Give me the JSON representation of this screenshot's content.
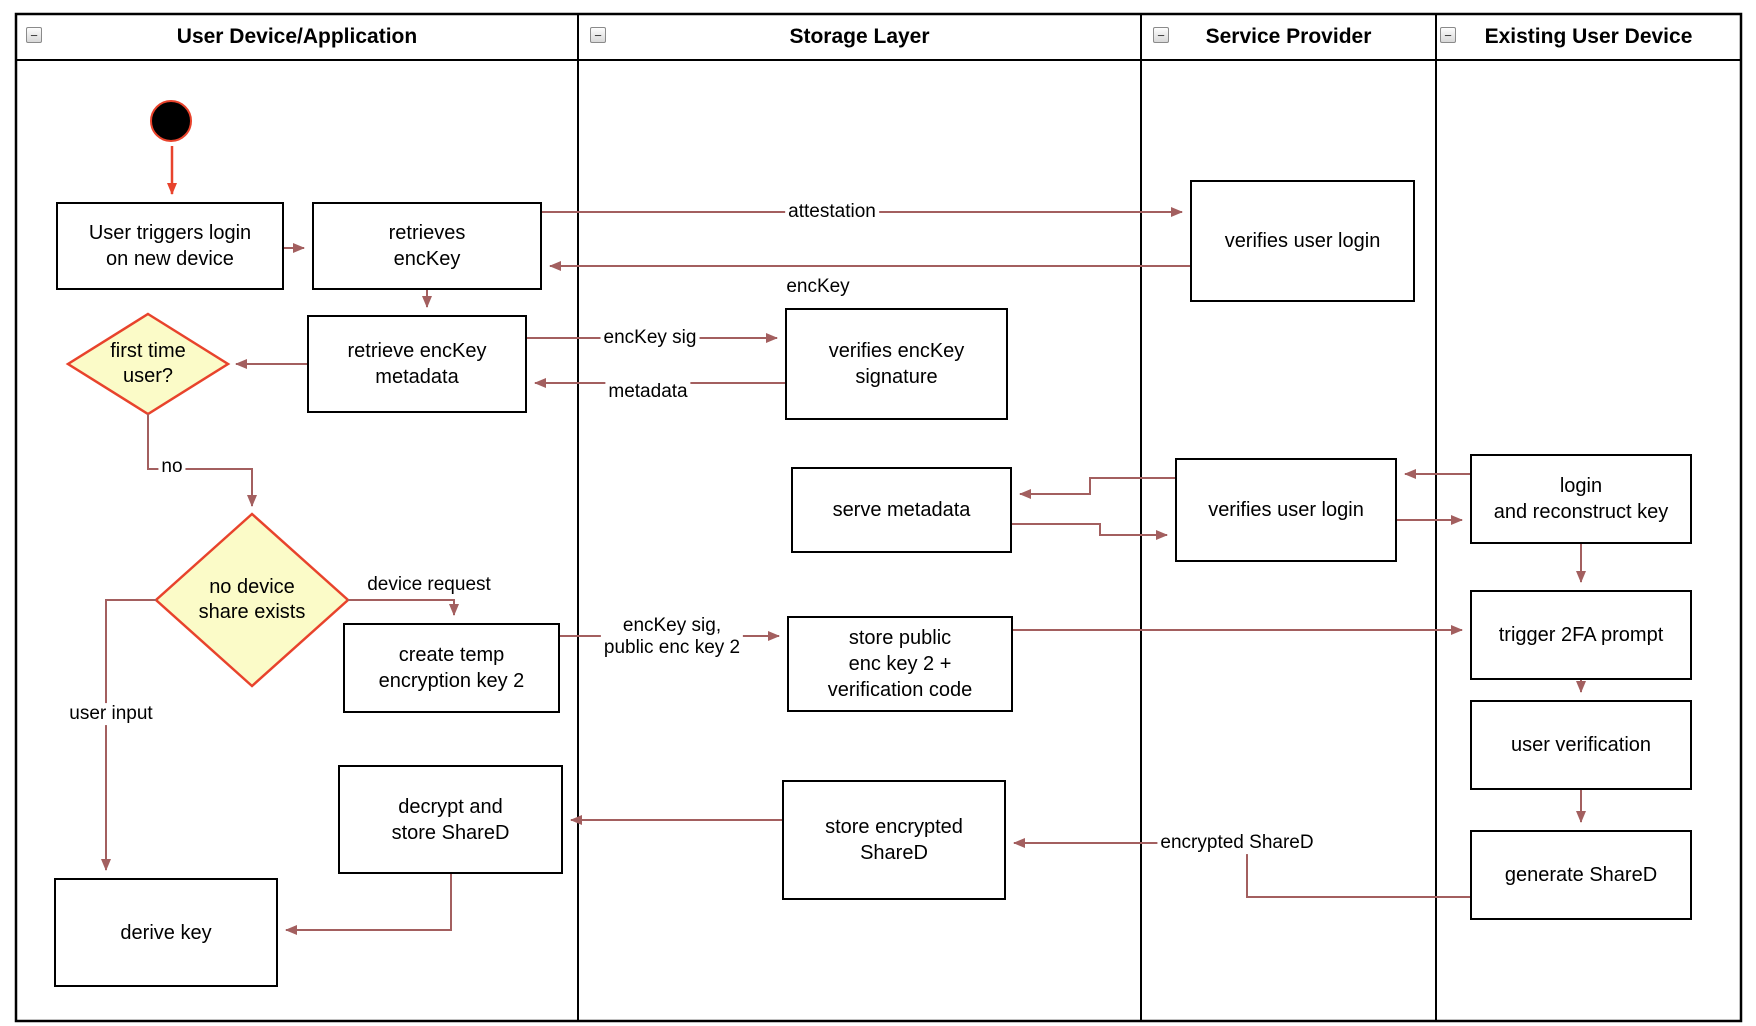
{
  "diagram": {
    "lanes": [
      {
        "label": "User Device/Application"
      },
      {
        "label": "Storage Layer"
      },
      {
        "label": "Service Provider"
      },
      {
        "label": "Existing User Device"
      }
    ],
    "icons": {
      "collapse": "−"
    },
    "nodes": {
      "user_triggers_login": "User triggers login\non new device",
      "retrieves_enckey": "retrieves\nencKey",
      "retrieve_enckey_metadata": "retrieve encKey\nmetadata",
      "first_time_user": "first time\nuser?",
      "no_device_share": "no device\nshare exists",
      "create_temp_key": "create temp\nencryption key 2",
      "decrypt_store_shared": "decrypt and\nstore ShareD",
      "derive_key": "derive key",
      "verifies_enckey_signature": "verifies encKey\nsignature",
      "serve_metadata": "serve metadata",
      "store_public_key": "store public\nenc key 2 +\nverification code",
      "store_encrypted_shared": "store encrypted\nShareD",
      "verifies_user_login_top": "verifies user login",
      "verifies_user_login_mid": "verifies user login",
      "login_reconstruct": "login\nand reconstruct key",
      "trigger_2fa": "trigger 2FA prompt",
      "user_verification": "user verification",
      "generate_shared": "generate ShareD"
    },
    "edge_labels": {
      "attestation": "attestation",
      "enckey": "encKey",
      "enckey_sig": "encKey sig",
      "metadata": "metadata",
      "no": "no",
      "device_request": "device request",
      "enckey_sig_public": "encKey sig,\npublic enc key 2",
      "user_input": "user input",
      "encrypted_shared": "encrypted ShareD"
    },
    "colors": {
      "connector": "#A35F5F",
      "accent_bright": "#E8432C",
      "diamond_fill": "#FBFBC8",
      "border": "#000000"
    }
  }
}
